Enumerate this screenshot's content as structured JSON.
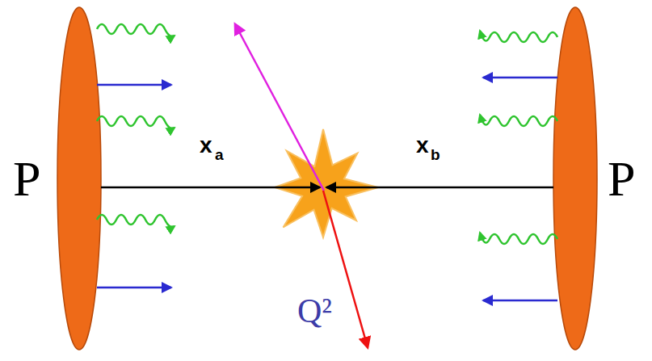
{
  "diagram": {
    "labels": [
      "P",
      "x",
      "a",
      "x",
      "b",
      "P",
      "Q²"
    ]
  }
}
